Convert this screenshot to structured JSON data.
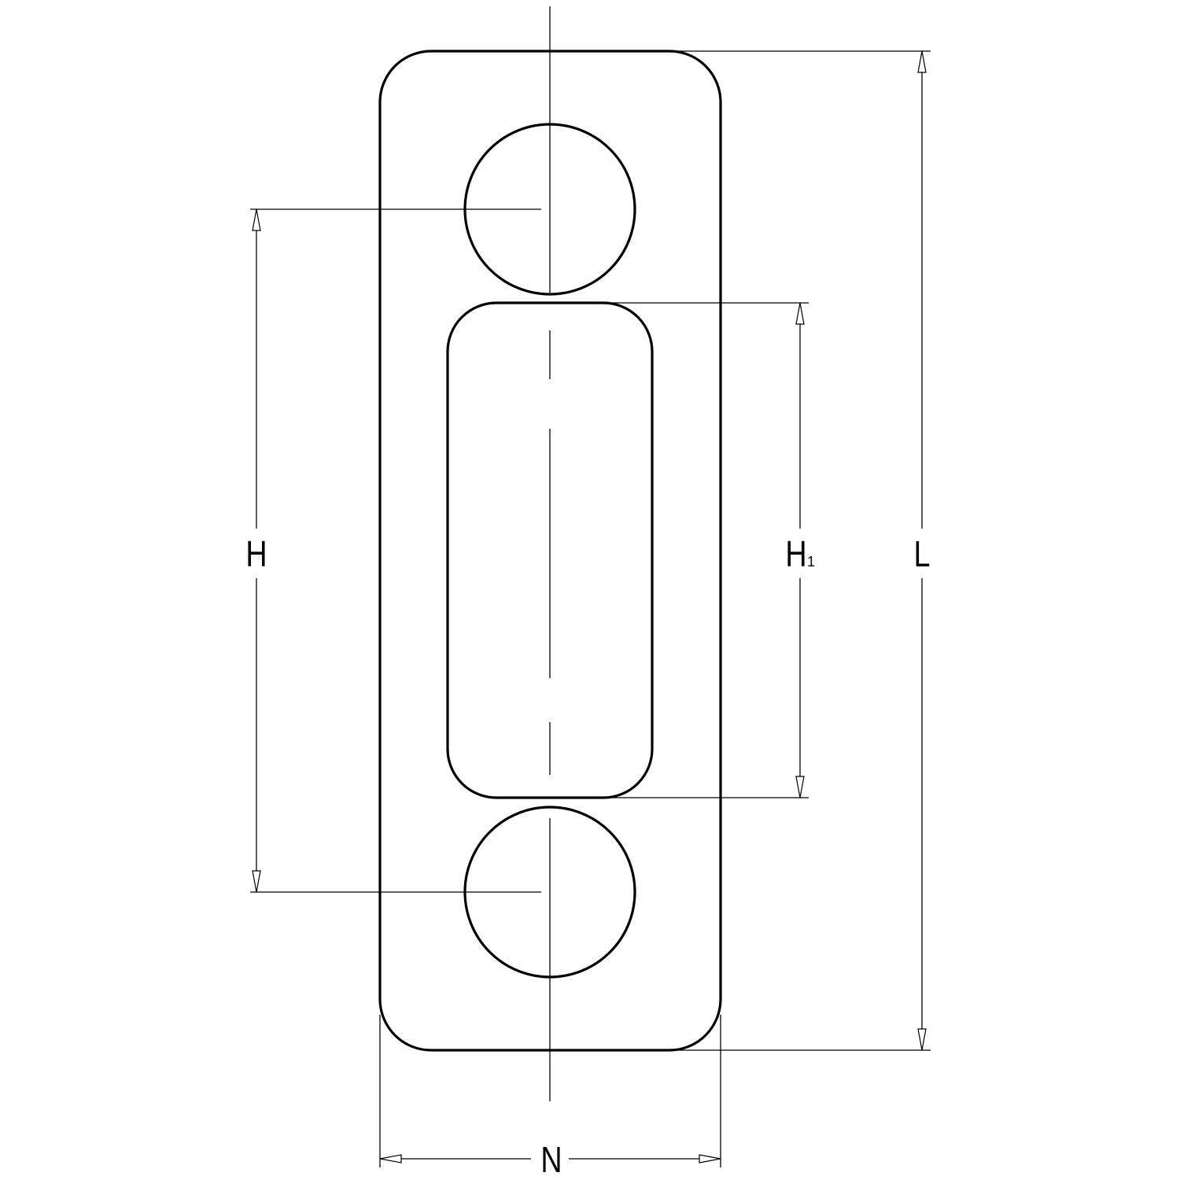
{
  "drawing": {
    "dimensions": {
      "H": {
        "label": "H"
      },
      "H1": {
        "label": "H",
        "subscript": "1"
      },
      "L": {
        "label": "L"
      },
      "N": {
        "label": "N"
      }
    },
    "colors": {
      "line": "#000000",
      "background": "#ffffff"
    }
  }
}
